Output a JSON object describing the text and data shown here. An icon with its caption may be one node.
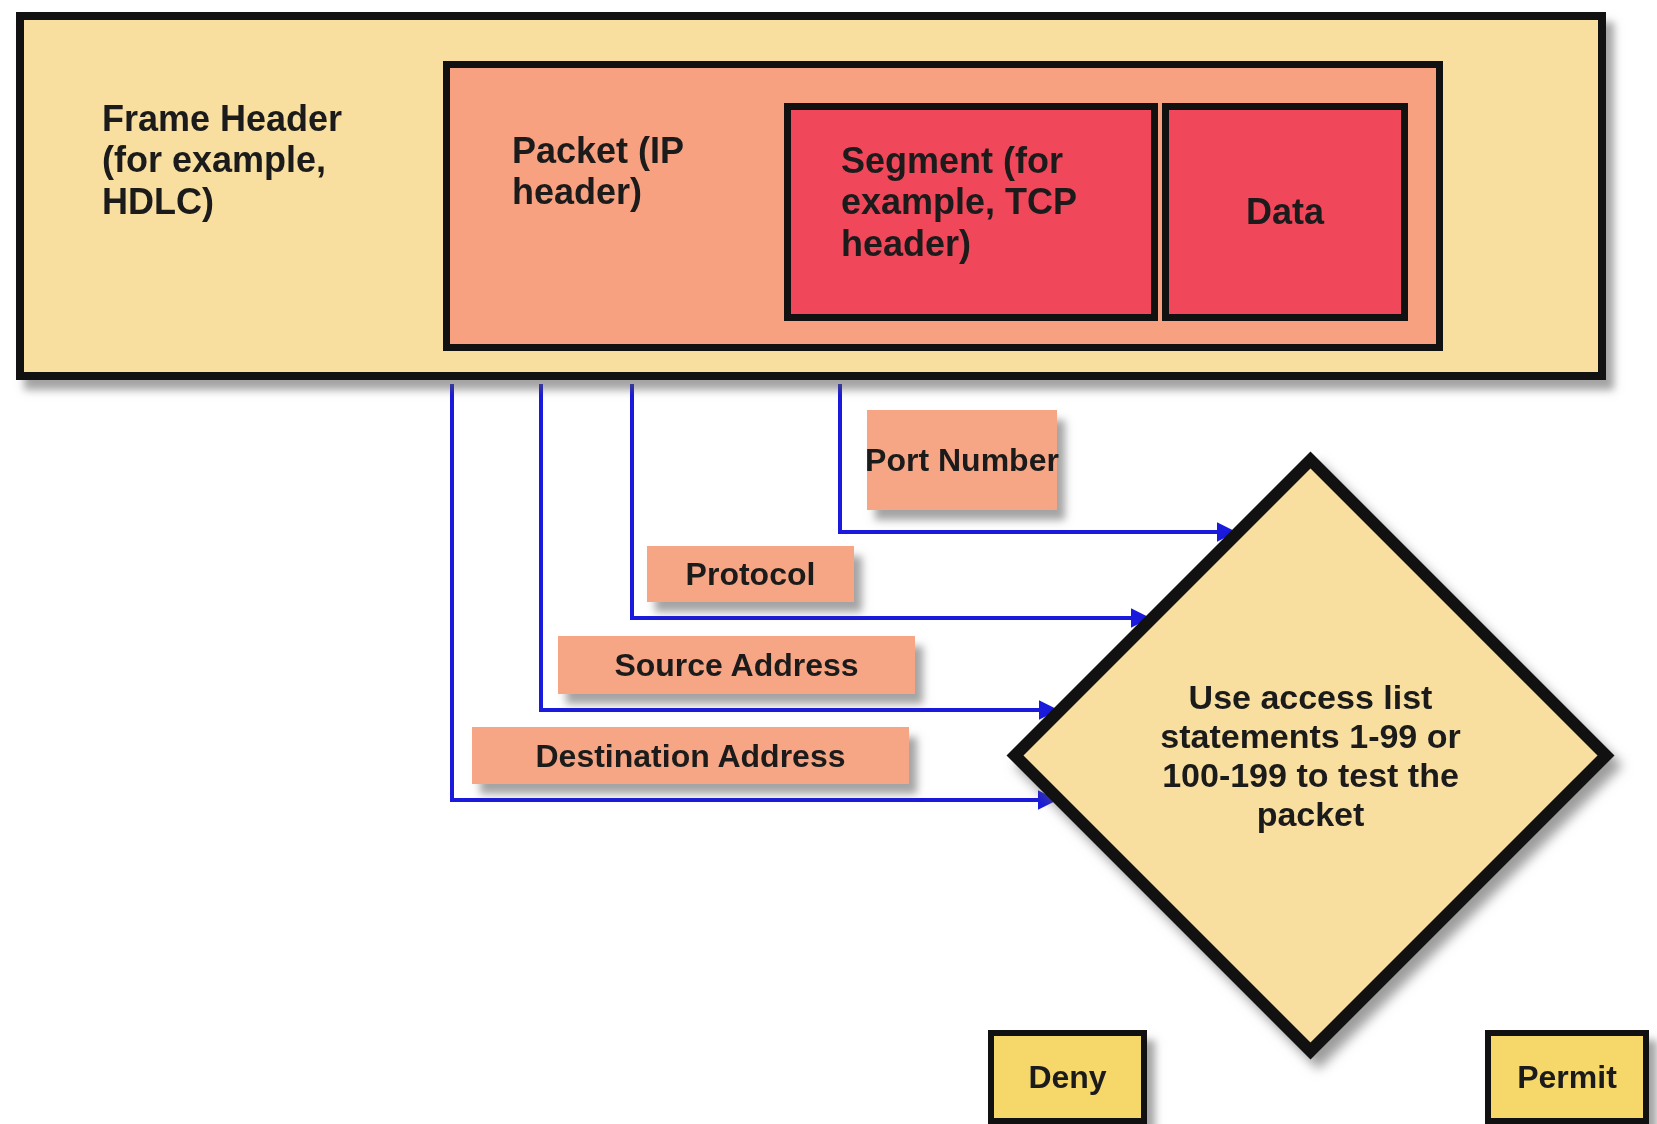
{
  "diagram": {
    "nodes": [
      {
        "text": [
          "Frame Header (for example, HDLC)"
        ]
      },
      {
        "text": [
          "Packet (IP header)"
        ],
        "in": 0
      },
      {
        "text": [
          "Segment (for example, TCP header)"
        ],
        "in": 1
      },
      {
        "text": [
          "Data"
        ],
        "in": 1
      },
      {
        "text": [
          "Port Number"
        ]
      },
      {
        "text": [
          "Protocol"
        ]
      },
      {
        "text": [
          "Source Address"
        ]
      },
      {
        "text": [
          "Destination Address"
        ]
      },
      {
        "text": [
          "Use access list statements 1-99 or 100-199 to test the packet"
        ]
      },
      {
        "text": [
          "Deny"
        ]
      },
      {
        "text": [
          "Permit"
        ]
      }
    ],
    "edges": [
      {
        "from": 0,
        "to": 8,
        "arrow": "to"
      },
      {
        "from": 0,
        "to": 8,
        "arrow": "to"
      },
      {
        "from": 0,
        "to": 8,
        "arrow": "to"
      },
      {
        "from": 0,
        "to": 8,
        "arrow": "to"
      }
    ]
  }
}
